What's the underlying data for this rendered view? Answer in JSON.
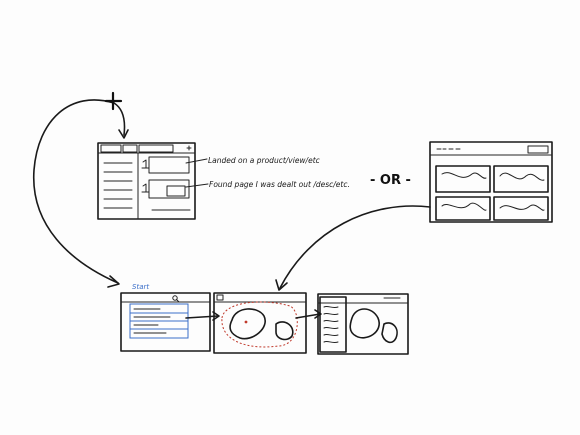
{
  "annotations": {
    "product_note": "Landed on a product/view/etc",
    "search_note": "Found page I was dealt out /desc/etc.",
    "or_label": "- OR -",
    "start_label": "Start"
  },
  "colors": {
    "ink": "#1a1a1a",
    "highlight_red": "#c0392b",
    "highlight_blue": "#3b6fc9"
  }
}
